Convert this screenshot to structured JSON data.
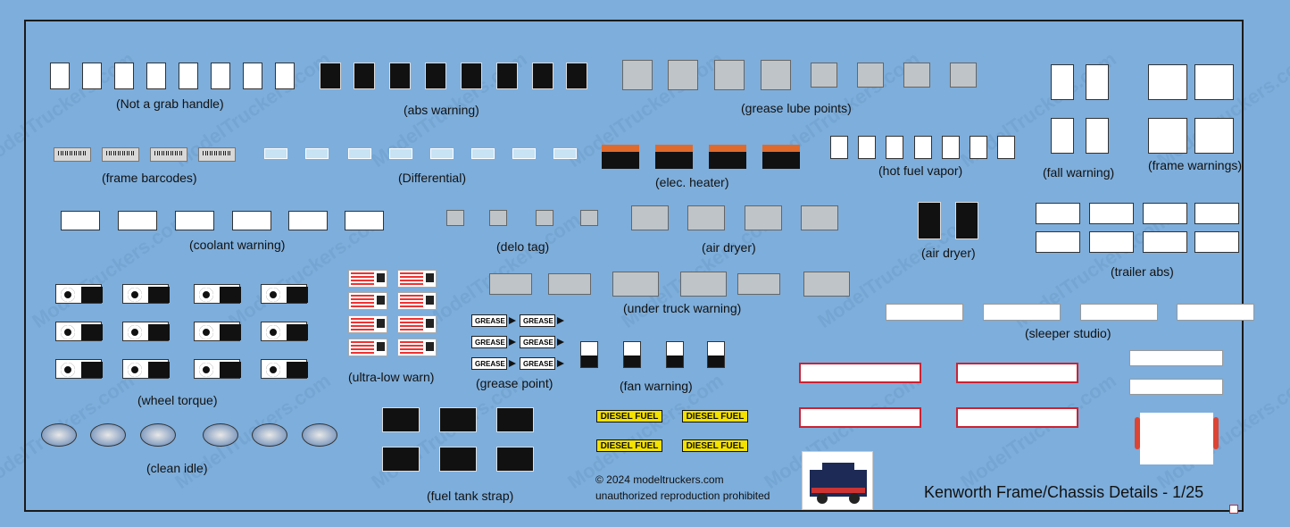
{
  "labels": {
    "not_grab_handle": "(Not a grab handle)",
    "abs_warning": "(abs warning)",
    "grease_lube_points": "(grease lube points)",
    "fall_warning": "(fall warning)",
    "frame_warnings": "(frame warnings)",
    "frame_barcodes": "(frame barcodes)",
    "differential": "(Differential)",
    "elec_heater": "(elec. heater)",
    "hot_fuel_vapor": "(hot fuel vapor)",
    "coolant_warning": "(coolant warning)",
    "delo_tag": "(delo tag)",
    "air_dryer_1": "(air dryer)",
    "air_dryer_2": "(air dryer)",
    "trailer_abs": "(trailer abs)",
    "under_truck_warning": "(under truck warning)",
    "sleeper_studio": "(sleeper studio)",
    "wheel_torque": "(wheel torque)",
    "ultra_low_warn": "(ultra-low warn)",
    "grease_point": "(grease point)",
    "fan_warning": "(fan warning)",
    "clean_idle": "(clean idle)",
    "fuel_tank_strap": "(fuel tank strap)"
  },
  "decal_text": {
    "diesel_fuel": "DIESEL FUEL",
    "grease": "GREASE"
  },
  "footer": {
    "copyright": "© 2024 modeltruckers.com",
    "notice": "unauthorized reproduction prohibited",
    "title": "Kenworth Frame/Chassis Details - 1/25"
  },
  "watermark": "ModelTruckers.com",
  "colors": {
    "background": "#7eaedb",
    "border": "#1a1a1a",
    "warning_orange": "#e06a2c",
    "diesel_yellow": "#f3e100",
    "sleeper_red": "#c23"
  },
  "icons": [
    "truck-logo-icon",
    "close-box-icon"
  ]
}
